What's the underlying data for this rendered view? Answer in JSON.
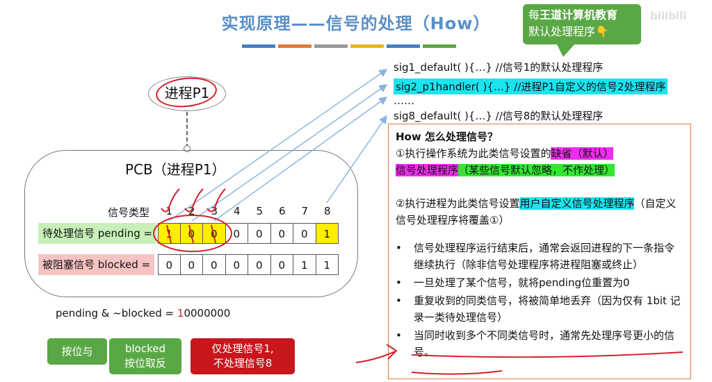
{
  "title": "实现原理——信号的处理（How）",
  "header_bar_colors": [
    "#4a7fc1",
    "#e07b39",
    "#9a9a9a",
    "#e8b51e",
    "#4a7fc1",
    "#5aa845"
  ],
  "callout": {
    "line1": "每",
    "brand": "王道计算机教育",
    "line2": "默认处理程序👇"
  },
  "watermark": "bilibili",
  "code_lines": [
    {
      "text": "sig1_default( ){…}   //信号1的默认处理程序"
    },
    {
      "text": "sig2_p1handler( ){…} //进程P1自定义的信号2处理程序"
    },
    {
      "text": "……"
    },
    {
      "text": "sig8_default( ){…}   //信号8的默认处理程序"
    }
  ],
  "process_label": "进程P1",
  "pcb_title": "PCB（进程P1）",
  "table": {
    "header_label": "信号类型",
    "indices": [
      "1",
      "2",
      "3",
      "4",
      "5",
      "6",
      "7",
      "8"
    ],
    "pending_label": "待处理信号 pending =",
    "pending": [
      "1",
      "0",
      "0",
      "0",
      "0",
      "0",
      "0",
      "1"
    ],
    "blocked_label": "被阻塞信号 blocked =",
    "blocked": [
      "0",
      "0",
      "0",
      "0",
      "0",
      "0",
      "1",
      "1"
    ]
  },
  "formula": {
    "prefix": "pending & ~blocked = ",
    "highlight": "1",
    "rest": "0000000"
  },
  "buttons": [
    {
      "label": "按位与",
      "color": "#5aa845"
    },
    {
      "label": "blocked\n按位取反",
      "color": "#5aa845"
    },
    {
      "label": "仅处理信号1,\n不处理信号8",
      "color": "#c8161d"
    }
  ],
  "panel": {
    "heading": "How 怎么处理信号？",
    "p1_a": "①执行操作系统为此类信号设置的",
    "p1_mag1": "缺省（默认）",
    "p1_mag2": "信号处理程序",
    "p1_grn": "（某些信号默认忽略，不作处理）",
    "p2_a": "②执行进程为此类信号设置",
    "p2_cyn": "用户自定义信号处理程序",
    "p2_b": "（自定义信号处理程序将覆盖①）",
    "bullets": [
      "信号处理程序运行结束后，通常会返回进程的下一条指令继续执行（除非信号处理程序将进程阻塞或终止）",
      "一旦处理了某个信号，就将pending位重置为0",
      "重复收到的同类信号，将被简单地丢弃（因为仅有 1bit 记录一类待处理信号）",
      "当同时收到多个不同类信号时，通常先处理序号更小的信号。"
    ]
  }
}
